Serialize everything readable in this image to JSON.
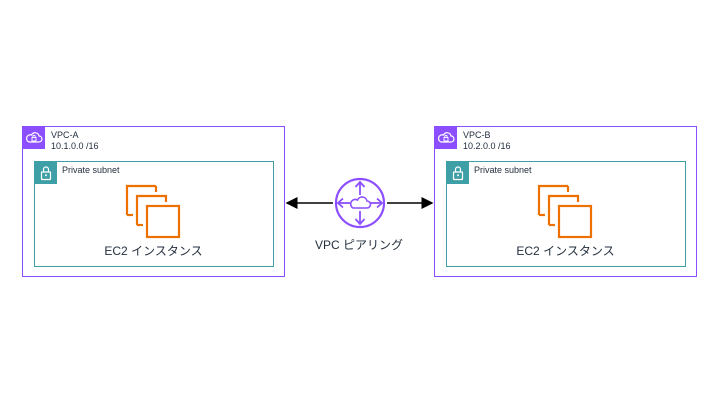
{
  "vpcs": [
    {
      "name": "VPC-A",
      "cidr": "10.1.0.0 /16",
      "subnet": {
        "label": "Private subnet",
        "instance_label": "EC2 インスタンス"
      }
    },
    {
      "name": "VPC-B",
      "cidr": "10.2.0.0 /16",
      "subnet": {
        "label": "Private subnet",
        "instance_label": "EC2 インスタンス"
      }
    }
  ],
  "peering": {
    "label": "VPC ピアリング"
  },
  "icons": {
    "vpc": "vpc-cloud-lock-icon",
    "subnet": "padlock-icon",
    "instance": "ec2-instances-icon",
    "peering": "router-icon"
  },
  "colors": {
    "vpc": "#8c4fff",
    "subnet": "#3f9fa6",
    "ec2": "#ed7100",
    "router": "#8c4fff",
    "text": "#232f3e"
  }
}
